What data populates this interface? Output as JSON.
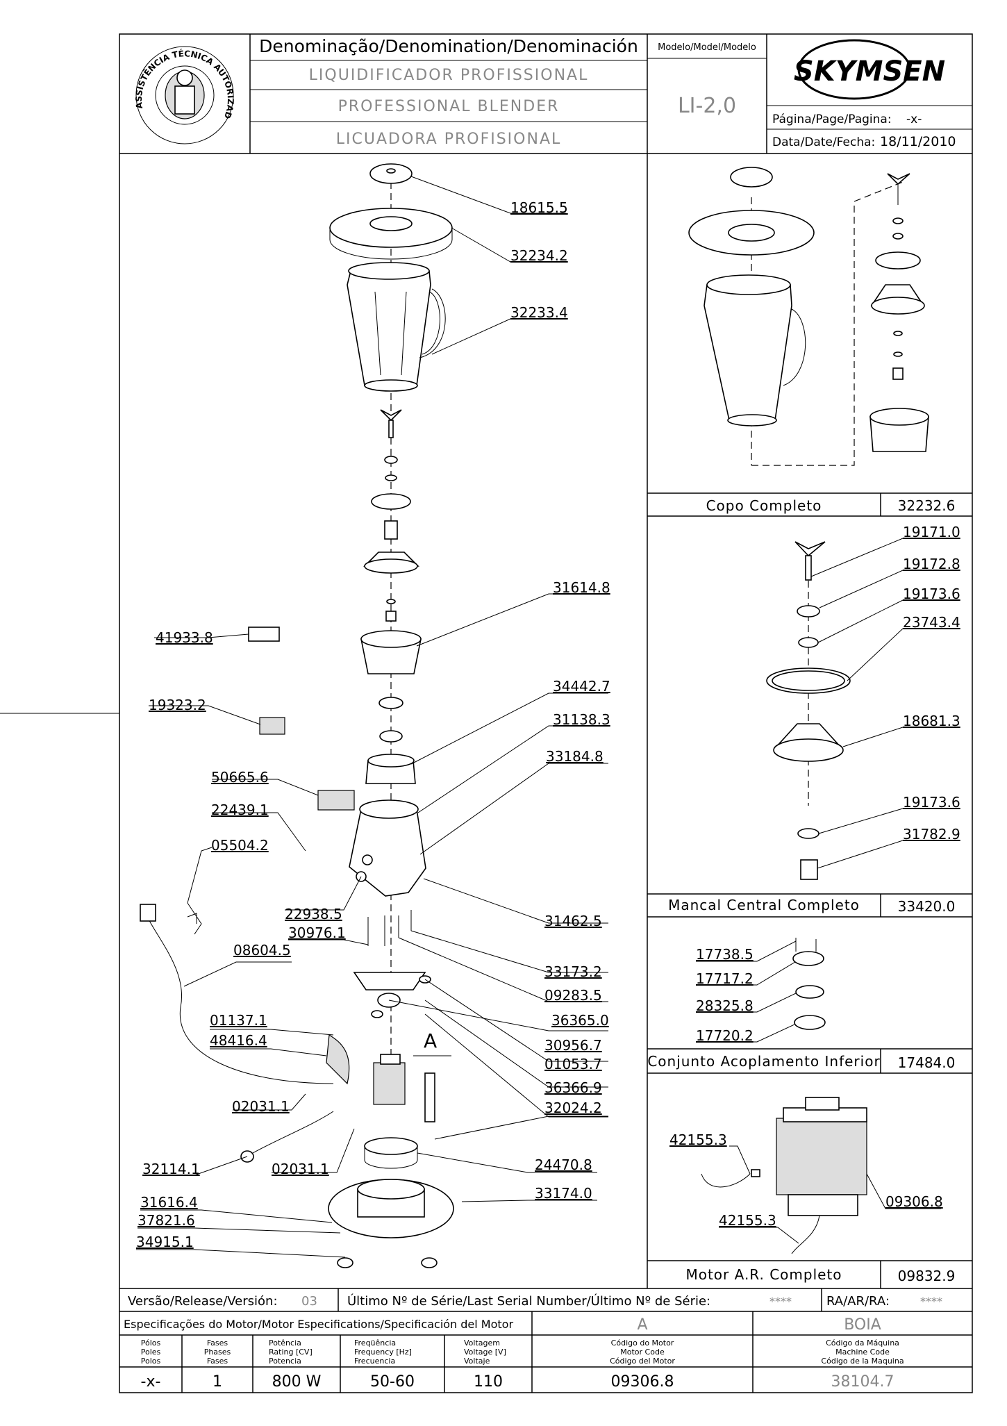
{
  "header": {
    "badge_top": "ASSISTÊNCIA TÉCNICA AUTORIZADA",
    "denomination_label": "Denominação/Denomination/Denominación",
    "denomination_pt": "LIQUIDIFICADOR PROFISSIONAL",
    "denomination_en": "PROFESSIONAL BLENDER",
    "denomination_es": "LICUADORA PROFISIONAL",
    "model_label": "Modelo/Model/Modelo",
    "model_value": "LI-2,0",
    "brand": "SKYMSEN",
    "page_label": "Página/Page/Pagina:",
    "page_value": "-x-",
    "date_label": "Data/Date/Fecha:",
    "date_value": "18/11/2010"
  },
  "main_parts": [
    {
      "code": "18615.5"
    },
    {
      "code": "32234.2"
    },
    {
      "code": "32233.4"
    },
    {
      "code": "31614.8"
    },
    {
      "code": "41933.8"
    },
    {
      "code": "19323.2"
    },
    {
      "code": "34442.7"
    },
    {
      "code": "31138.3"
    },
    {
      "code": "33184.8"
    },
    {
      "code": "50665.6"
    },
    {
      "code": "22439.1"
    },
    {
      "code": "05504.2"
    },
    {
      "code": "22938.5"
    },
    {
      "code": "31462.5"
    },
    {
      "code": "30976.1"
    },
    {
      "code": "08604.5"
    },
    {
      "code": "33173.2"
    },
    {
      "code": "09283.5"
    },
    {
      "code": "36365.0"
    },
    {
      "code": "30956.7"
    },
    {
      "code": "01137.1"
    },
    {
      "code": "48416.4"
    },
    {
      "code": "01053.7"
    },
    {
      "code": "36366.9"
    },
    {
      "code": "02031.1"
    },
    {
      "code": "32024.2"
    },
    {
      "code": "32114.1"
    },
    {
      "code": "02031.1"
    },
    {
      "code": "24470.8"
    },
    {
      "code": "33174.0"
    },
    {
      "code": "31616.4"
    },
    {
      "code": "37821.6"
    },
    {
      "code": "34915.1"
    }
  ],
  "detail_a_label": "A",
  "assemblies": [
    {
      "name": "Copo Completo",
      "code": "32232.6"
    },
    {
      "name": "Mancal Central Completo",
      "code": "33420.0"
    },
    {
      "name": "Conjunto Acoplamento Inferior",
      "code": "17484.0"
    },
    {
      "name": "Motor A.R. Completo",
      "code": "09832.9"
    }
  ],
  "mancal_parts": [
    {
      "code": "19171.0"
    },
    {
      "code": "19172.8"
    },
    {
      "code": "19173.6"
    },
    {
      "code": "23743.4"
    },
    {
      "code": "18681.3"
    },
    {
      "code": "19173.6"
    },
    {
      "code": "31782.9"
    }
  ],
  "acoplamento_parts": [
    {
      "code": "17738.5"
    },
    {
      "code": "17717.2"
    },
    {
      "code": "28325.8"
    },
    {
      "code": "17720.2"
    }
  ],
  "motor_parts": [
    {
      "code": "42155.3"
    },
    {
      "code": "09306.8"
    },
    {
      "code": "42155.3"
    }
  ],
  "footer": {
    "version_label": "Versão/Release/Versión:",
    "version_value": "03",
    "serial_label": "Último Nº de Série/Last Serial Number/Último Nº de Série:",
    "serial_value": "****",
    "ra_label": "RA/AR/RA:",
    "ra_value": "****",
    "motor_spec_label": "Especificações do Motor/Motor Especifications/Specificación del Motor",
    "motor_letter": "A",
    "machine_name": "BOIA",
    "columns": [
      {
        "pt": "Pólos",
        "en": "Poles",
        "es": "Polos",
        "value": "-x-"
      },
      {
        "pt": "Fases",
        "en": "Phases",
        "es": "Fases",
        "value": "1"
      },
      {
        "pt": "Potência",
        "en": "Rating [CV]",
        "es": "Potencia",
        "value": "800 W"
      },
      {
        "pt": "Freqüência",
        "en": "Frequency [Hz]",
        "es": "Frecuencia",
        "value": "50-60"
      },
      {
        "pt": "Voltagem",
        "en": "Voltage [V]",
        "es": "Voltaje",
        "value": "110"
      },
      {
        "pt": "Código do Motor",
        "en": "Motor Code",
        "es": "Código del Motor",
        "value": "09306.8"
      },
      {
        "pt": "Código da Máquina",
        "en": "Machine Code",
        "es": "Código de la Maquina",
        "value": "38104.7"
      }
    ]
  }
}
